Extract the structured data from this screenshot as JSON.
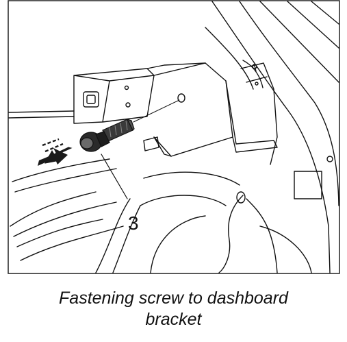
{
  "figure": {
    "callout_label": "3",
    "caption_line1": "Fastening screw to dashboard",
    "caption_line2": "bracket",
    "icons": {
      "direction_arrow": "removal-direction-arrow-icon",
      "screw": "screw-icon"
    },
    "colors": {
      "line": "#111111",
      "arrow_dark": "#1a1a1a",
      "screw_dark": "#2a2a2a",
      "background": "#ffffff"
    }
  }
}
